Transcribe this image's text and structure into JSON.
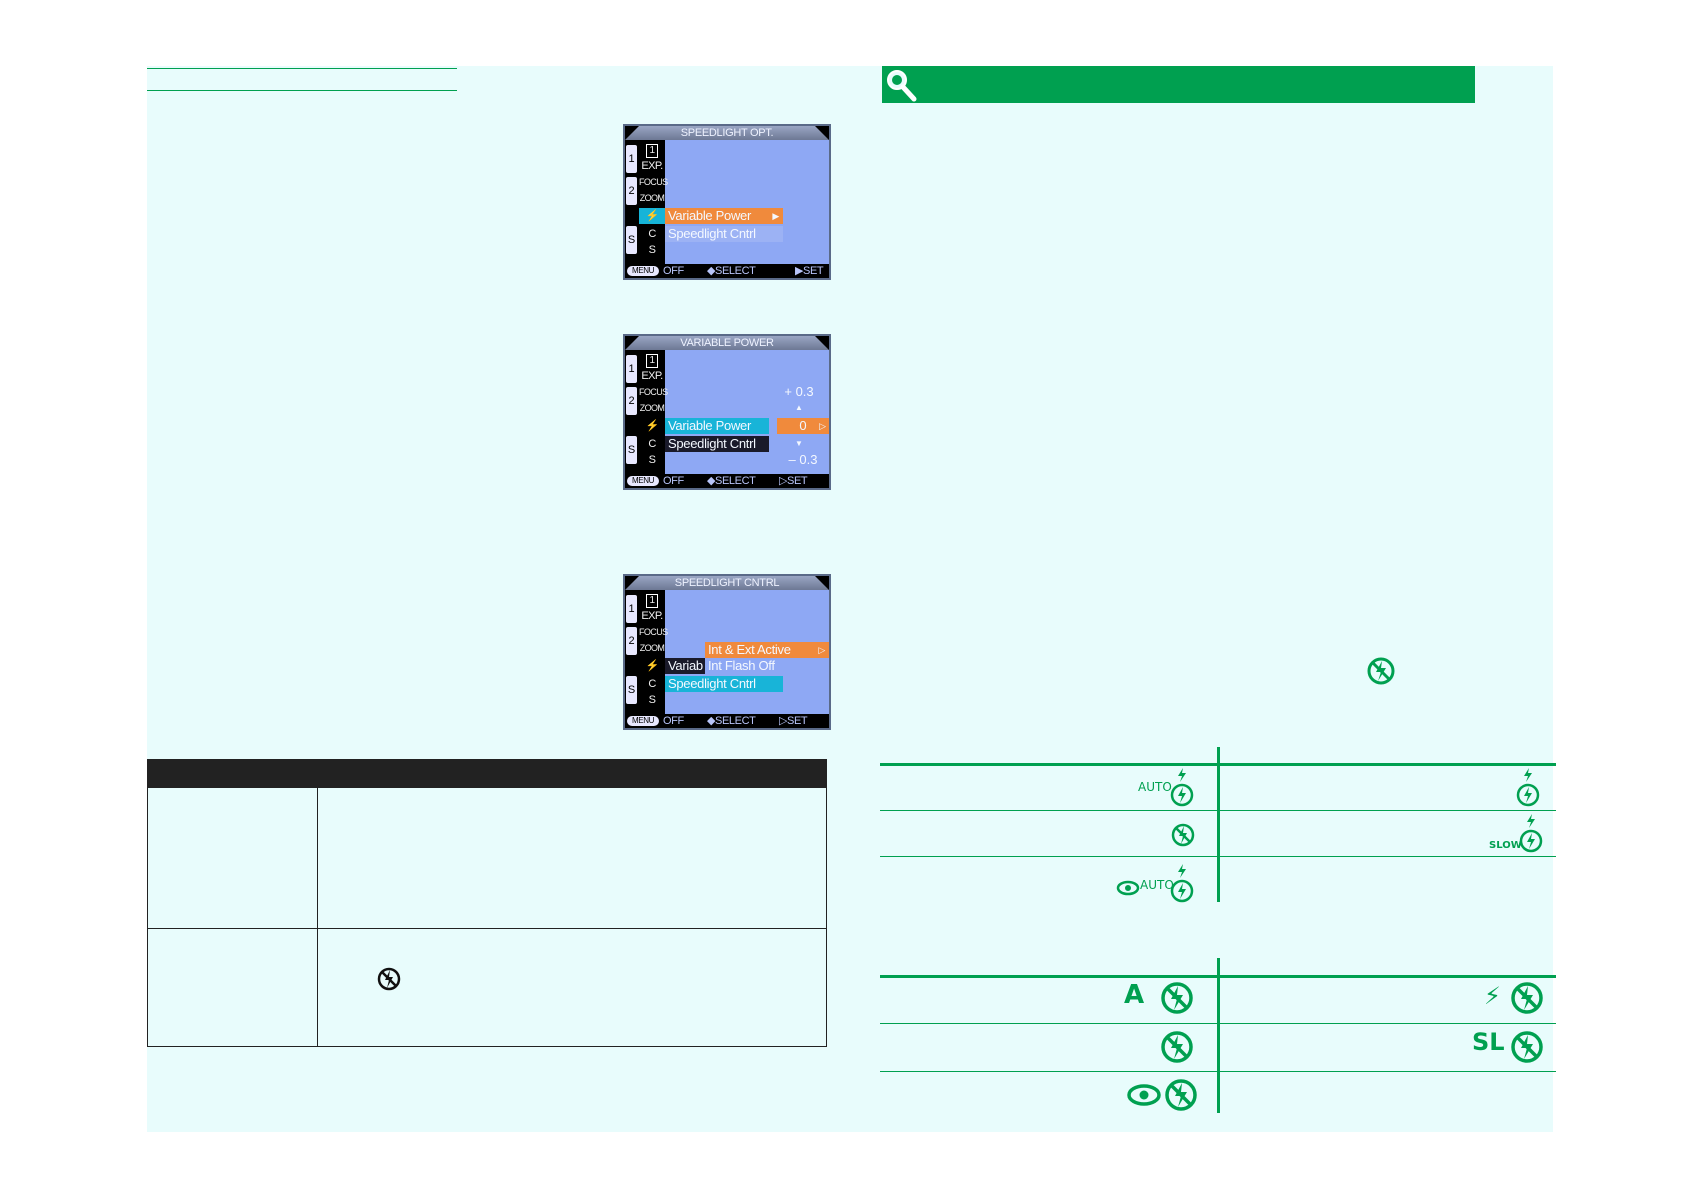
{
  "colors": {
    "page_background": "#e8fcfc",
    "accent_green": "#00a050",
    "lcd_blue": "#8ea8f4",
    "lcd_orange": "#f08a3c",
    "lcd_cyan": "#18b4d8"
  },
  "screens": [
    {
      "title": "SPEEDLIGHT OPT.",
      "tabs": [
        "1",
        "2",
        "S"
      ],
      "icons": [
        "1",
        "EXP.",
        "FOCUS",
        "ZOOM",
        "⚡",
        "C",
        "S"
      ],
      "items": [
        "Variable Power",
        "Speedlight Cntrl"
      ],
      "footer": {
        "menu": "MENU",
        "off": "OFF",
        "select": "◆SELECT",
        "set": "▶SET"
      }
    },
    {
      "title": "VARIABLE POWER",
      "tabs": [
        "1",
        "2",
        "S"
      ],
      "icons": [
        "1",
        "EXP.",
        "FOCUS",
        "ZOOM",
        "⚡",
        "C",
        "S"
      ],
      "items": [
        "Variable Power",
        "Speedlight Cntrl"
      ],
      "values": {
        "plus": "+ 0.3",
        "up": "▲",
        "zero": "0",
        "down": "▼",
        "minus": "– 0.3"
      },
      "footer": {
        "menu": "MENU",
        "off": "OFF",
        "select": "◆SELECT",
        "set": "▷SET"
      }
    },
    {
      "title": "SPEEDLIGHT CNTRL",
      "tabs": [
        "1",
        "2",
        "S"
      ],
      "icons": [
        "1",
        "EXP.",
        "FOCUS",
        "ZOOM",
        "⚡",
        "C",
        "S"
      ],
      "items": [
        "Variab",
        "Speedlight Cntrl"
      ],
      "options": [
        "Int & Ext Active",
        "Int Flash Off"
      ],
      "footer": {
        "menu": "MENU",
        "off": "OFF",
        "select": "◆SELECT",
        "set": "▷SET"
      }
    }
  ],
  "icons": {
    "tip": "magnifier-icon",
    "flash_off_inline": "flash-cancel-icon",
    "table_symbol": "flash-cancel-icon"
  },
  "lcd_table_1": {
    "left": [
      "AUTO",
      "",
      "AUTO"
    ],
    "right": [
      "",
      "SLOW"
    ]
  },
  "lcd_table_2": {
    "left": [
      "A",
      "",
      ""
    ],
    "right": [
      "⚡",
      "SL"
    ]
  }
}
